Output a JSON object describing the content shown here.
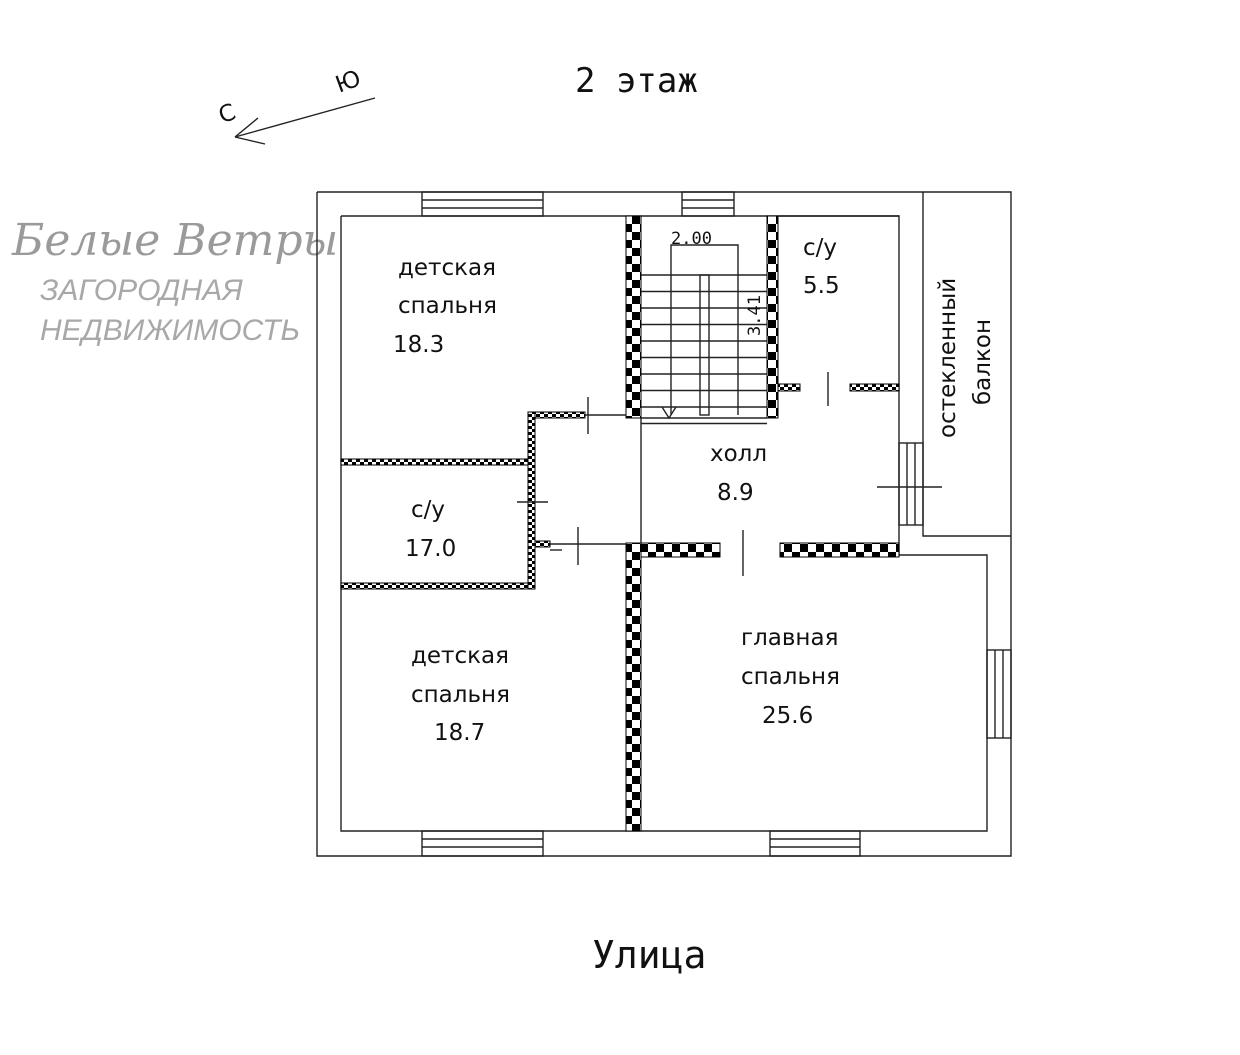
{
  "title": "2 этаж",
  "street_label": "Улица",
  "compass": {
    "north": "С",
    "south": "Ю"
  },
  "watermark": {
    "brand": "Белые Ветры",
    "line1": "ЗАГОРОДНАЯ",
    "line2": "НЕДВИЖИМОСТЬ"
  },
  "rooms": [
    {
      "name": "детская спальня",
      "line1": "детская",
      "line2": "спальня",
      "area": "18.3"
    },
    {
      "name": "с/у",
      "line1": "с/у",
      "area": "5.5"
    },
    {
      "name": "остекленный балкон",
      "line1": "остекленный",
      "line2": "балкон"
    },
    {
      "name": "холл",
      "line1": "холл",
      "area": "8.9"
    },
    {
      "name": "с/у",
      "line1": "с/у",
      "area": "17.0"
    },
    {
      "name": "детская спальня",
      "line1": "детская",
      "line2": "спальня",
      "area": "18.7"
    },
    {
      "name": "главная спальня",
      "line1": "главная",
      "line2": "спальня",
      "area": "25.6"
    }
  ],
  "stairs": {
    "width_label": "2.00",
    "length_label": "3.41"
  }
}
